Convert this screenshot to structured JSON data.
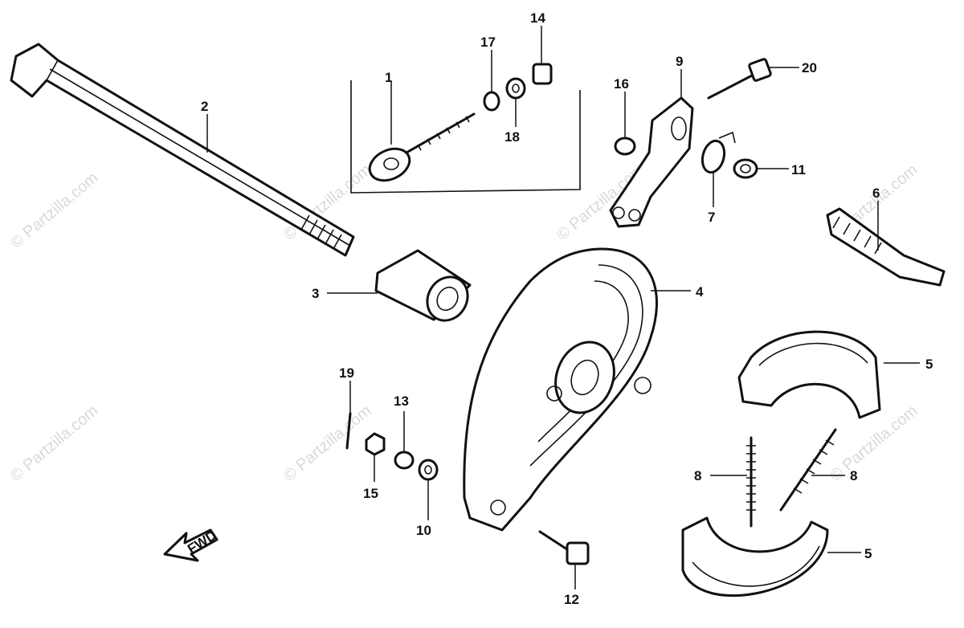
{
  "diagram": {
    "fwd_label": "FWD",
    "watermark": "© Partzilla.com",
    "callouts": [
      {
        "id": "c1",
        "text": "1"
      },
      {
        "id": "c2",
        "text": "2"
      },
      {
        "id": "c3",
        "text": "3"
      },
      {
        "id": "c4",
        "text": "4"
      },
      {
        "id": "c5a",
        "text": "5"
      },
      {
        "id": "c5b",
        "text": "5"
      },
      {
        "id": "c6",
        "text": "6"
      },
      {
        "id": "c7",
        "text": "7"
      },
      {
        "id": "c8a",
        "text": "8"
      },
      {
        "id": "c8b",
        "text": "8"
      },
      {
        "id": "c9",
        "text": "9"
      },
      {
        "id": "c10",
        "text": "10"
      },
      {
        "id": "c11",
        "text": "11"
      },
      {
        "id": "c12",
        "text": "12"
      },
      {
        "id": "c13",
        "text": "13"
      },
      {
        "id": "c14",
        "text": "14"
      },
      {
        "id": "c15",
        "text": "15"
      },
      {
        "id": "c16",
        "text": "16"
      },
      {
        "id": "c17",
        "text": "17"
      },
      {
        "id": "c18",
        "text": "18"
      },
      {
        "id": "c19",
        "text": "19"
      },
      {
        "id": "c20",
        "text": "20"
      }
    ]
  }
}
